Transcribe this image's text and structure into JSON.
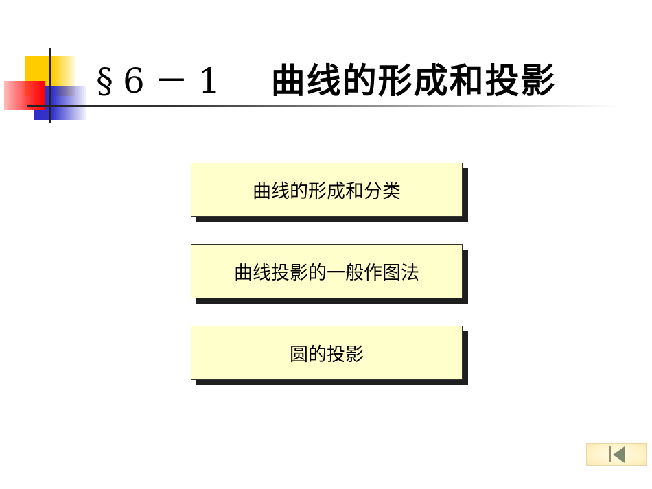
{
  "slide": {
    "section_number": "§6－1",
    "title": "曲线的形成和投影"
  },
  "menu": {
    "items": [
      {
        "label": "曲线的形成和分类"
      },
      {
        "label": "曲线投影的一般作图法"
      },
      {
        "label": "圆的投影"
      }
    ],
    "box_fill": "#ffffcc",
    "shadow_color": "#1f1f1f"
  },
  "navigation": {
    "first_slide_icon": "skip-to-first-icon"
  },
  "colors": {
    "logo_yellow": "#ffcc00",
    "logo_red": "#ff0000",
    "logo_blue": "#3333cc",
    "rule": "#222222"
  }
}
